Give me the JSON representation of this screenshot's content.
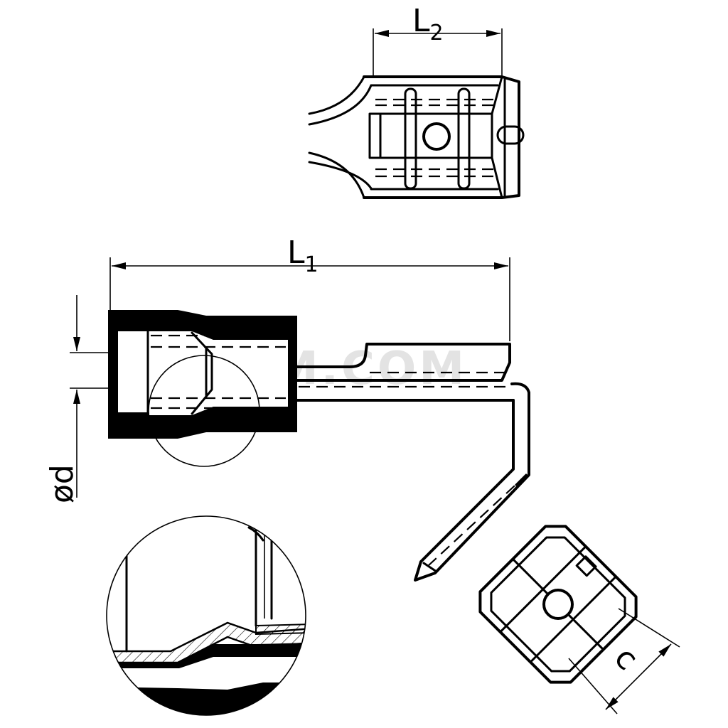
{
  "watermark": "ERGOM.COM",
  "dimensions": {
    "L2": {
      "letter": "L",
      "sub": "2"
    },
    "L1": {
      "letter": "L",
      "sub": "1"
    },
    "d": {
      "label": "ød"
    },
    "c": {
      "label": "c"
    }
  },
  "colors": {
    "ink": "#000000",
    "watermark": "#e3e3e3",
    "background": "#ffffff"
  }
}
